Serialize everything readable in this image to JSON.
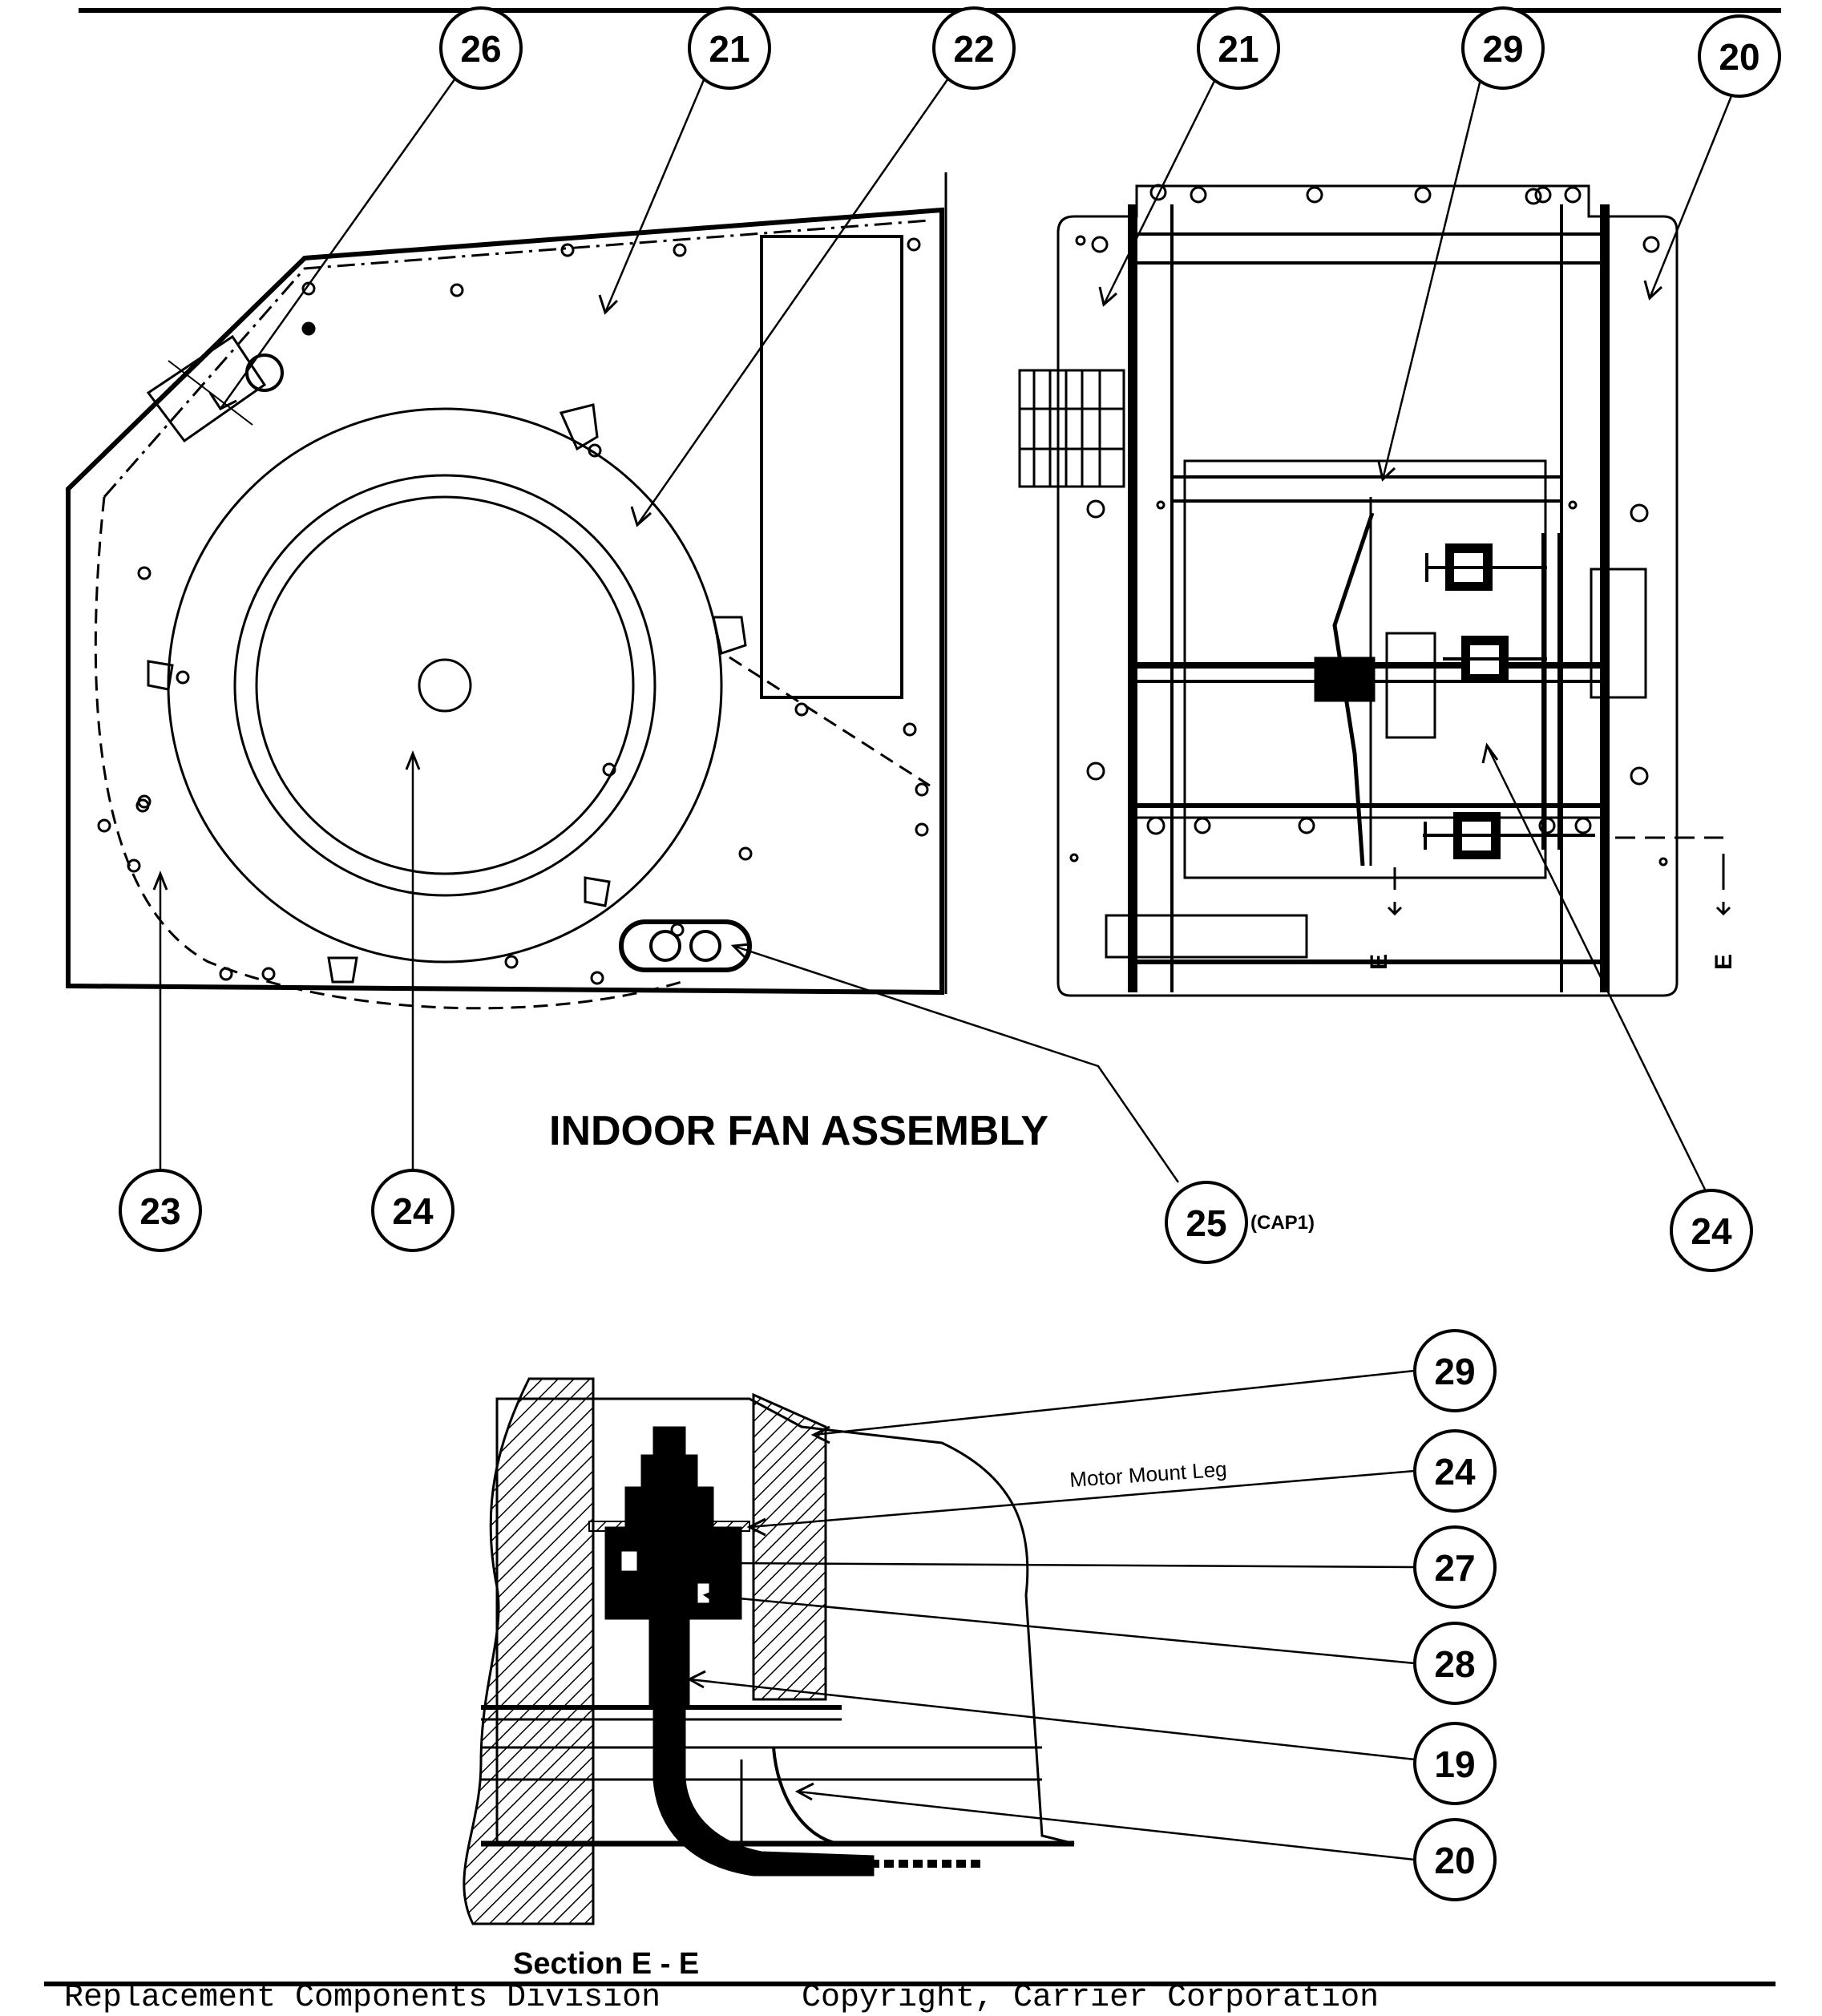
{
  "main_title": "INDOOR FAN ASSEMBLY",
  "section_title": "Section E - E",
  "cap_note": "(CAP1)",
  "motor_mount_note": "Motor Mount Leg",
  "section_marker": "E",
  "footer": {
    "left": "Replacement Components Division",
    "right": "Copyright, Carrier Corporation"
  },
  "callouts_top": [
    "26",
    "21",
    "22",
    "21",
    "29",
    "20"
  ],
  "callouts_mid": [
    "23",
    "24",
    "25",
    "24"
  ],
  "callouts_section": [
    "29",
    "24",
    "27",
    "28",
    "19",
    "20"
  ],
  "colors": {
    "ink": "#000000",
    "paper": "#ffffff"
  }
}
